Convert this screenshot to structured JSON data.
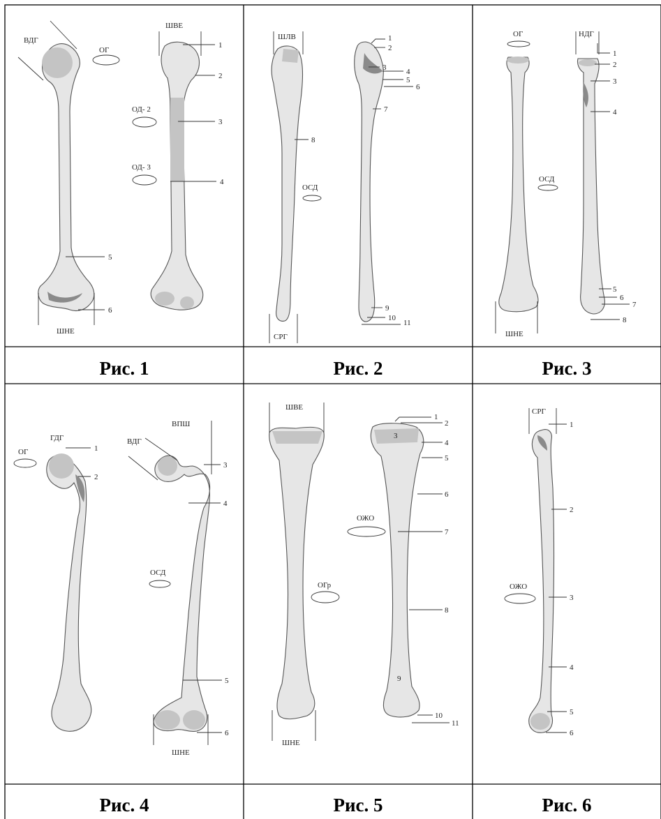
{
  "captions": [
    "Рис. 1",
    "Рис. 2",
    "Рис. 3",
    "Рис. 4",
    "Рис. 5",
    "Рис. 6"
  ],
  "fig1": {
    "labels": [
      "ВДГ",
      "ОГ",
      "ШВЕ",
      "ОД- 2",
      "ОД- 3",
      "ШНЕ"
    ],
    "numbers": [
      "1",
      "2",
      "3",
      "4",
      "5",
      "6"
    ]
  },
  "fig2": {
    "labels": [
      "ШЛВ",
      "ОСД",
      "СРГ"
    ],
    "numbers": [
      "1",
      "2",
      "3",
      "4",
      "5",
      "6",
      "7",
      "8",
      "9",
      "10",
      "11"
    ]
  },
  "fig3": {
    "labels": [
      "ОГ",
      "НДГ",
      "ОСД",
      "ШНЕ"
    ],
    "numbers": [
      "1",
      "2",
      "3",
      "4",
      "5",
      "6",
      "7",
      "8"
    ]
  },
  "fig4": {
    "labels": [
      "ОГ",
      "ГДГ",
      "ВДГ",
      "ВПШ",
      "ОСД",
      "ШНЕ"
    ],
    "numbers": [
      "1",
      "2",
      "3",
      "4",
      "5",
      "6"
    ]
  },
  "fig5": {
    "labels": [
      "ШВЕ",
      "ОЖО",
      "ОГр",
      "ШНЕ"
    ],
    "numbers": [
      "1",
      "2",
      "3",
      "4",
      "5",
      "6",
      "7",
      "8",
      "9",
      "10",
      "11"
    ]
  },
  "fig6": {
    "labels": [
      "СРГ",
      "ОЖО"
    ],
    "numbers": [
      "1",
      "2",
      "3",
      "4",
      "5",
      "6"
    ]
  }
}
